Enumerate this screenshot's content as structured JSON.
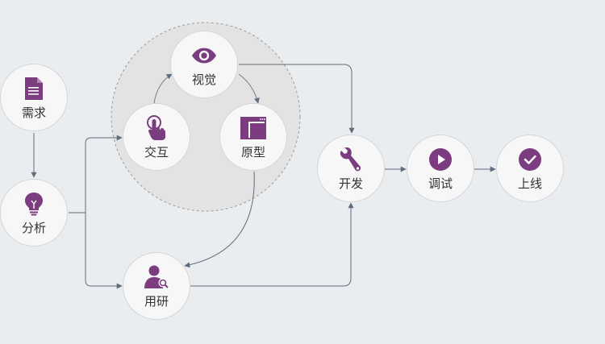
{
  "colors": {
    "accent": "#7b3d7f",
    "line": "#5d6d7e",
    "background": "#eaedf0",
    "node_fill": "#f7f7f7",
    "cluster_fill": "#e3e3e3"
  },
  "nodes": {
    "xuqiu": {
      "label": "需求",
      "icon": "document-icon"
    },
    "fenxi": {
      "label": "分析",
      "icon": "lightbulb-icon"
    },
    "shijue": {
      "label": "视觉",
      "icon": "eye-icon"
    },
    "jiaohu": {
      "label": "交互",
      "icon": "hand-pointer-icon"
    },
    "yuanxing": {
      "label": "原型",
      "icon": "window-icon"
    },
    "yongyan": {
      "label": "用研",
      "icon": "user-search-icon"
    },
    "kaifa": {
      "label": "开发",
      "icon": "wrench-icon"
    },
    "tiaoshi": {
      "label": "调试",
      "icon": "play-icon"
    },
    "shangxian": {
      "label": "上线",
      "icon": "check-icon"
    }
  }
}
